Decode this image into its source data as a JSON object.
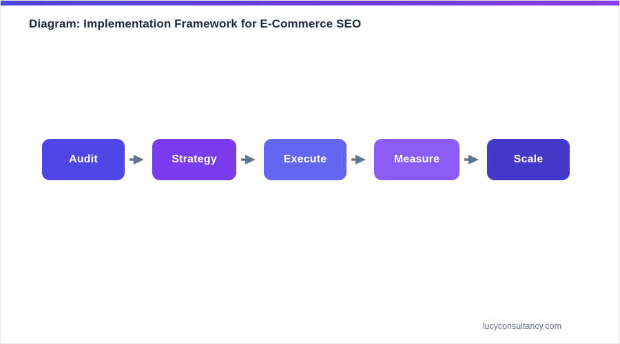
{
  "accent_bar": {
    "gradient_from": "#4f46e5",
    "gradient_mid": "#6d3ceb",
    "gradient_to": "#8b3cf0"
  },
  "header": {
    "title": "Diagram: Implementation Framework for E-Commerce SEO",
    "title_color": "#1e293b"
  },
  "diagram": {
    "type": "linear-process-flow",
    "connector_icon": "arrow-right-icon",
    "connector_color": "#64748b",
    "node_text_color": "#ffffff",
    "nodes": [
      {
        "label": "Audit",
        "color": "#4f46e5",
        "width": 120
      },
      {
        "label": "Strategy",
        "color": "#7c3aed",
        "width": 122
      },
      {
        "label": "Execute",
        "color": "#6366f1",
        "width": 120
      },
      {
        "label": "Measure",
        "color": "#8b5cf6",
        "width": 124
      },
      {
        "label": "Scale",
        "color": "#4338ca",
        "width": 120
      }
    ]
  },
  "footer": {
    "url": "lucyconsultancy.com",
    "url_color": "#64748b"
  },
  "page": {
    "background": "#ffffff",
    "border_color": "#e2e8f0"
  }
}
